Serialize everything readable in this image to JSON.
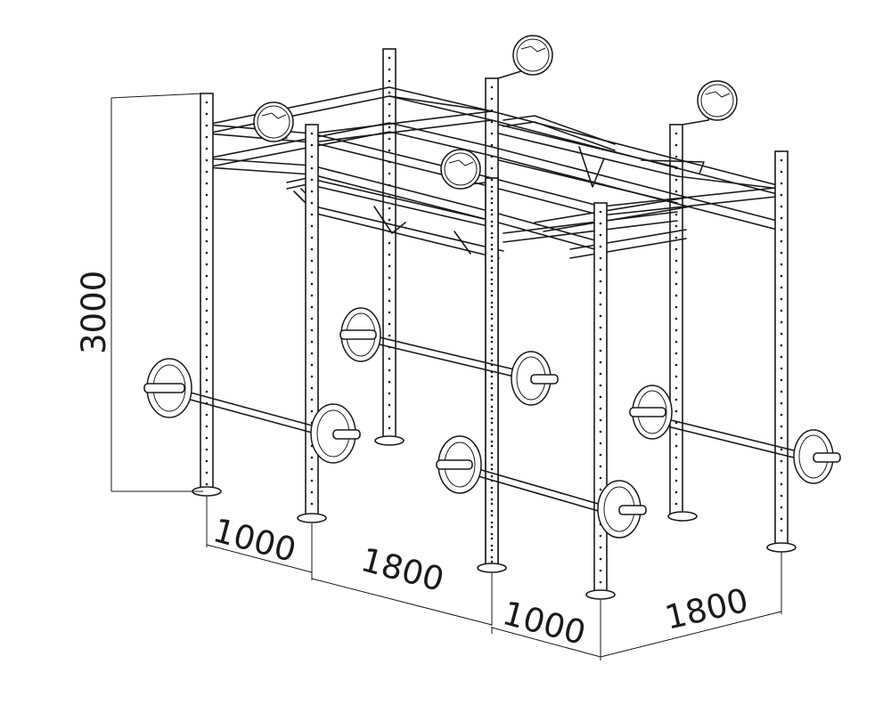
{
  "dimensions": {
    "height": "3000",
    "width_1": "1000",
    "width_2": "1800",
    "width_3": "1000",
    "width_4": "1800"
  },
  "colors": {
    "line": "#1a1a1a",
    "background": "#ffffff"
  }
}
